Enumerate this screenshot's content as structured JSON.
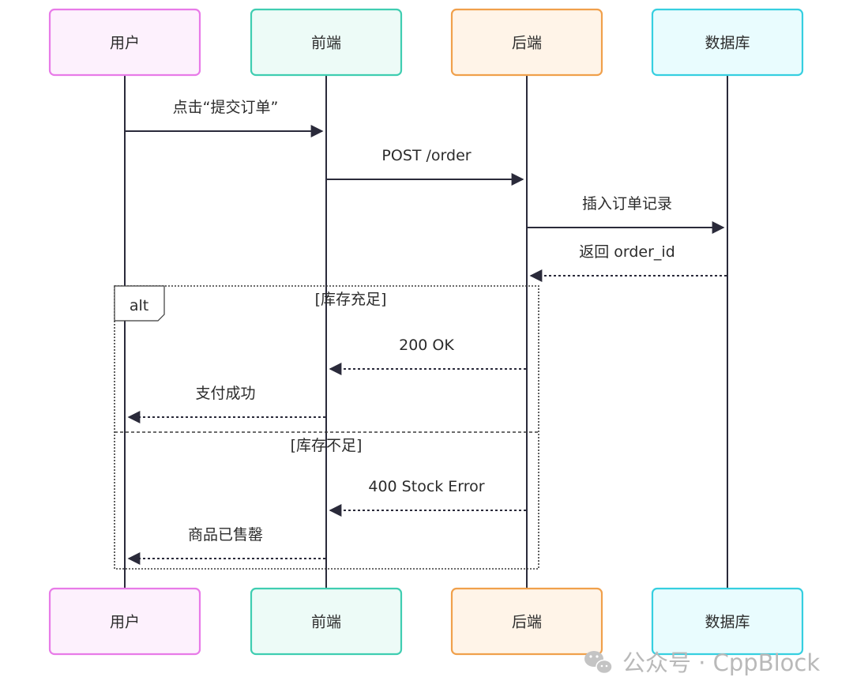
{
  "actors": [
    {
      "id": "user",
      "label": "用户",
      "border": "#e87be8",
      "fill": "#fdf1fd"
    },
    {
      "id": "frontend",
      "label": "前端",
      "border": "#3fcdb1",
      "fill": "#edfbf7"
    },
    {
      "id": "backend",
      "label": "后端",
      "border": "#f0a04b",
      "fill": "#fff4e8"
    },
    {
      "id": "database",
      "label": "数据库",
      "border": "#36cfe0",
      "fill": "#e9fcfe"
    }
  ],
  "messages": [
    {
      "from": 0,
      "to": 1,
      "label": "点击“提交订单”",
      "style": "solid"
    },
    {
      "from": 1,
      "to": 2,
      "label": "POST /order",
      "style": "solid"
    },
    {
      "from": 2,
      "to": 3,
      "label": "插入订单记录",
      "style": "solid"
    },
    {
      "from": 3,
      "to": 2,
      "label": "返回 order_id",
      "style": "dashed"
    },
    {
      "from": 2,
      "to": 1,
      "label": "200 OK",
      "style": "dashed"
    },
    {
      "from": 1,
      "to": 0,
      "label": "支付成功",
      "style": "dashed"
    },
    {
      "from": 2,
      "to": 1,
      "label": "400 Stock Error",
      "style": "dashed"
    },
    {
      "from": 1,
      "to": 0,
      "label": "商品已售罄",
      "style": "dashed"
    }
  ],
  "alt_fragment": {
    "label": "alt",
    "guards": [
      "[库存充足]",
      "[库存不足]"
    ]
  },
  "watermark": {
    "icon": "wechat-icon",
    "text": "公众号 · CppBlock"
  },
  "colors": {
    "line": "#2a2a3a",
    "frame": "#3a3a3a",
    "watermark": "#b9b9b9"
  }
}
